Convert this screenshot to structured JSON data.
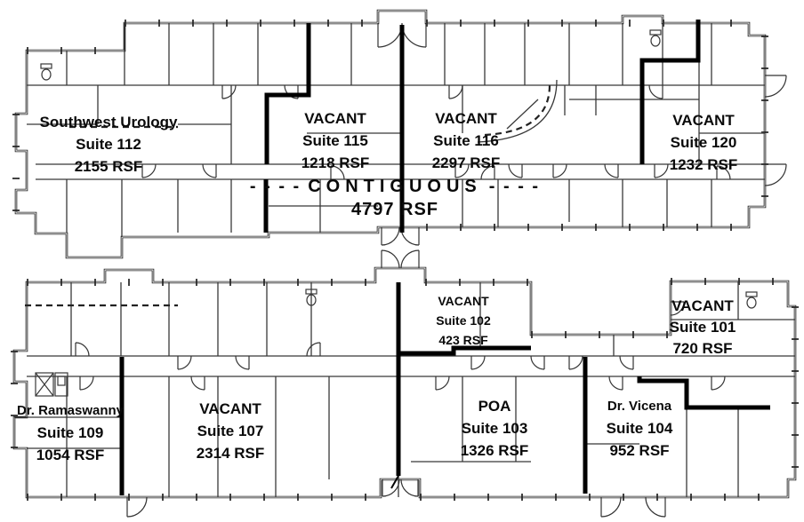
{
  "document": {
    "type": "leasing-floor-plan",
    "colors": {
      "ink": "#1c1c1c",
      "paper": "#ffffff",
      "demising_wall": "#000000"
    }
  },
  "wings": {
    "top": {
      "suites": [
        {
          "id": "112",
          "name": "Southwest Urology",
          "suite": "Suite 112",
          "rsf": "2155 RSF"
        },
        {
          "id": "115",
          "name": "VACANT",
          "suite": "Suite 115",
          "rsf": "1218 RSF"
        },
        {
          "id": "116",
          "name": "VACANT",
          "suite": "Suite 116",
          "rsf": "2297 RSF"
        },
        {
          "id": "120",
          "name": "VACANT",
          "suite": "Suite 120",
          "rsf": "1232 RSF"
        }
      ],
      "contiguous": {
        "dashes_left": "- - - -",
        "label": "CONTIGUOUS",
        "dashes_right": "- - - -",
        "rsf": "4797 RSF"
      }
    },
    "bottom": {
      "suites": [
        {
          "id": "109",
          "name": "Dr. Ramaswanny",
          "suite": "Suite 109",
          "rsf": "1054 RSF"
        },
        {
          "id": "107",
          "name": "VACANT",
          "suite": "Suite 107",
          "rsf": "2314 RSF"
        },
        {
          "id": "102",
          "name": "VACANT",
          "suite": "Suite 102",
          "rsf": "423 RSF"
        },
        {
          "id": "103",
          "name": "POA",
          "suite": "Suite 103",
          "rsf": "1326 RSF"
        },
        {
          "id": "104",
          "name": "Dr. Vicena",
          "suite": "Suite 104",
          "rsf": "952 RSF"
        },
        {
          "id": "101",
          "name": "VACANT",
          "suite": "Suite 101",
          "rsf": "720 RSF"
        }
      ]
    }
  }
}
